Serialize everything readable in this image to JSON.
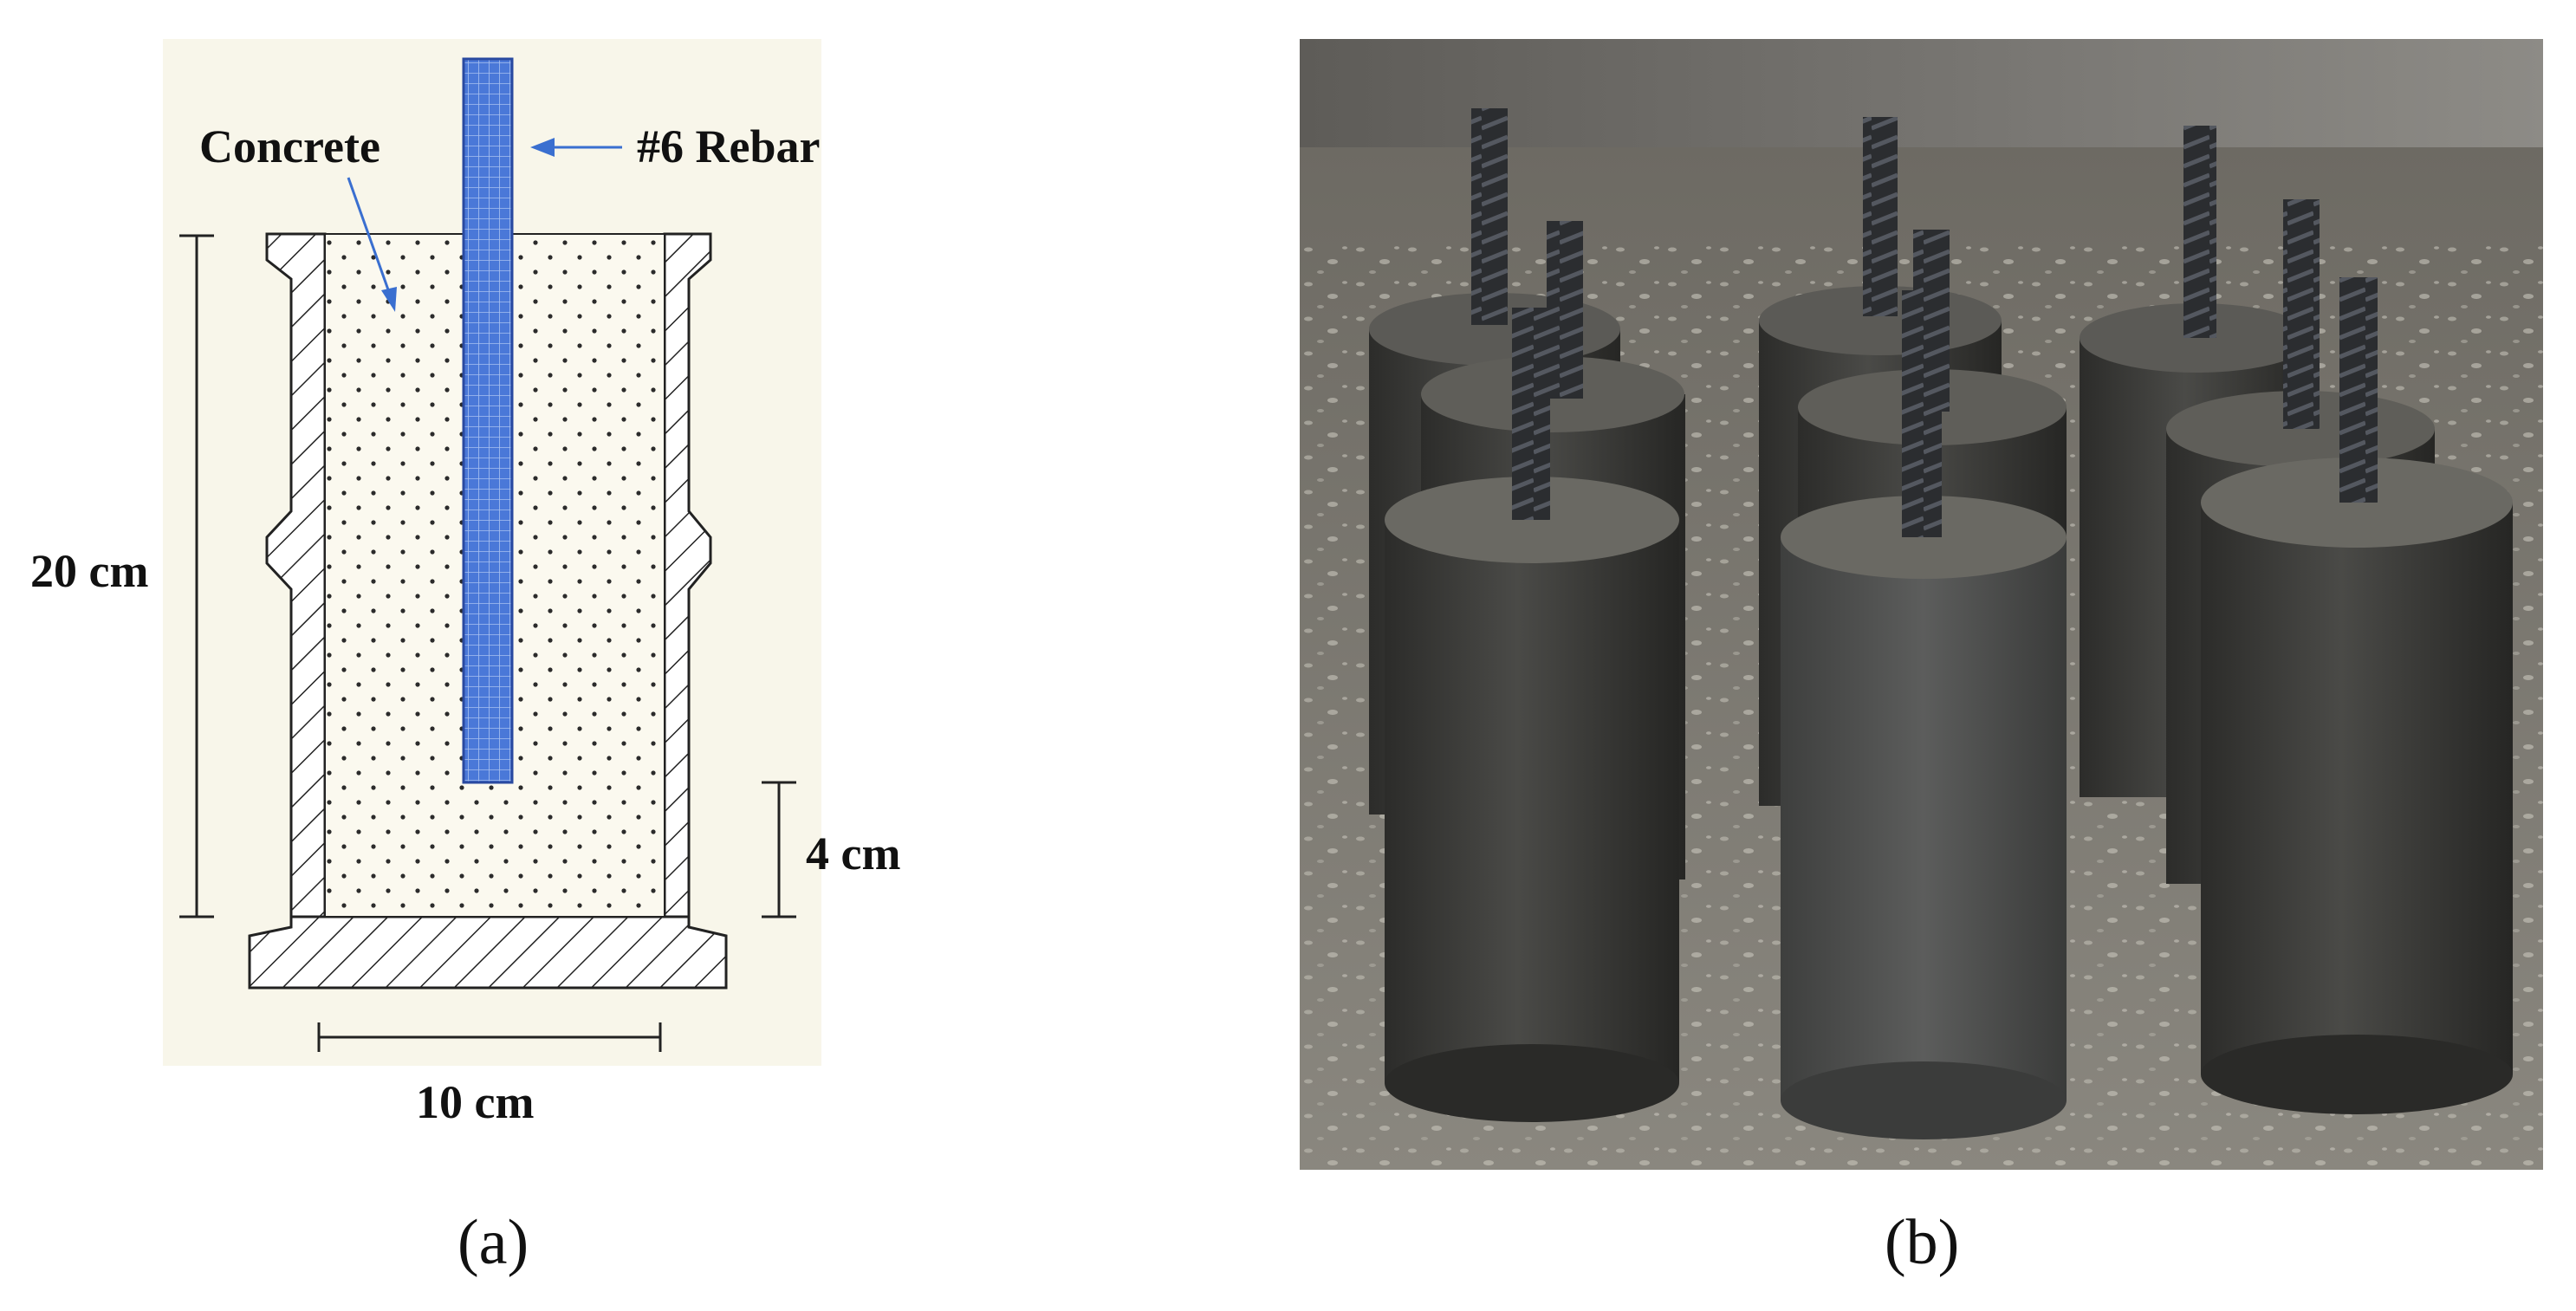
{
  "panel_a": {
    "caption": "(a)",
    "labels": {
      "concrete": "Concrete",
      "rebar": "#6 Rebar",
      "height": "20 cm",
      "embed": "4 cm",
      "width": "10 cm"
    }
  },
  "panel_b": {
    "caption": "(b)"
  },
  "colors": {
    "panel_background": "#f8f6ea",
    "rebar_fill": "#4a78d8",
    "rebar_edge": "#2a4aa0",
    "concrete_dots": "#2b2b2b",
    "arrow": "#3a6fd0",
    "line": "#222222"
  }
}
